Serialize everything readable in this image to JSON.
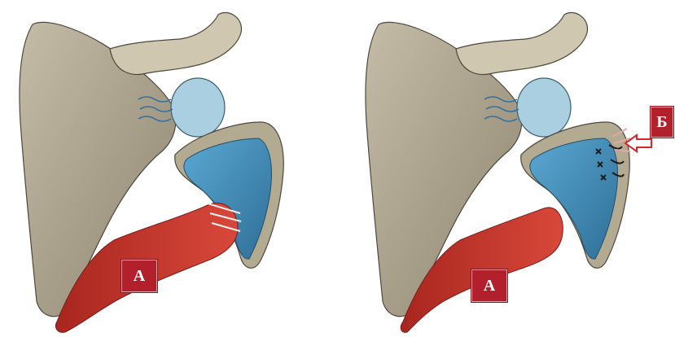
{
  "panels": [
    {
      "label": "А"
    },
    {
      "label": "А",
      "callout": "Б"
    }
  ],
  "colors": {
    "bone": "#b3aa92",
    "bone_shadow": "#7f7765",
    "muscle": "#c8372d",
    "muscle_dark": "#9e2420",
    "cartilage": "#a9cfe0",
    "humerus_blue": "#3f90bd",
    "label_bg": "#b2202b",
    "arrow": "#d7252b"
  },
  "icons": [
    "scapula",
    "humerus",
    "teres-major-muscle",
    "red-arrow-icon",
    "suture-x-marks"
  ]
}
